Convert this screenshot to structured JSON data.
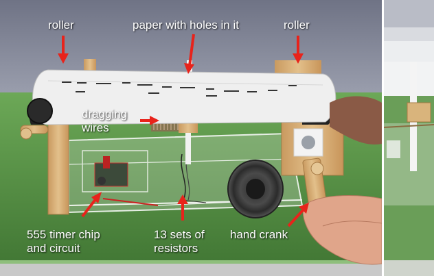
{
  "labels": {
    "roller_left": "roller",
    "paper": "paper with holes in it",
    "roller_right": "roller",
    "dragging_wires": [
      "dragging",
      "wires"
    ],
    "timer": [
      "555 timer chip",
      "and circuit"
    ],
    "resistors": [
      "13 sets of",
      "resistors"
    ],
    "hand_crank": "hand crank"
  },
  "colors": {
    "arrow": "#e8231b",
    "label_text": "#ffffff",
    "backdrop": "#9b9fae",
    "table": "#5f9a4a",
    "wood": "#d7b07a"
  }
}
